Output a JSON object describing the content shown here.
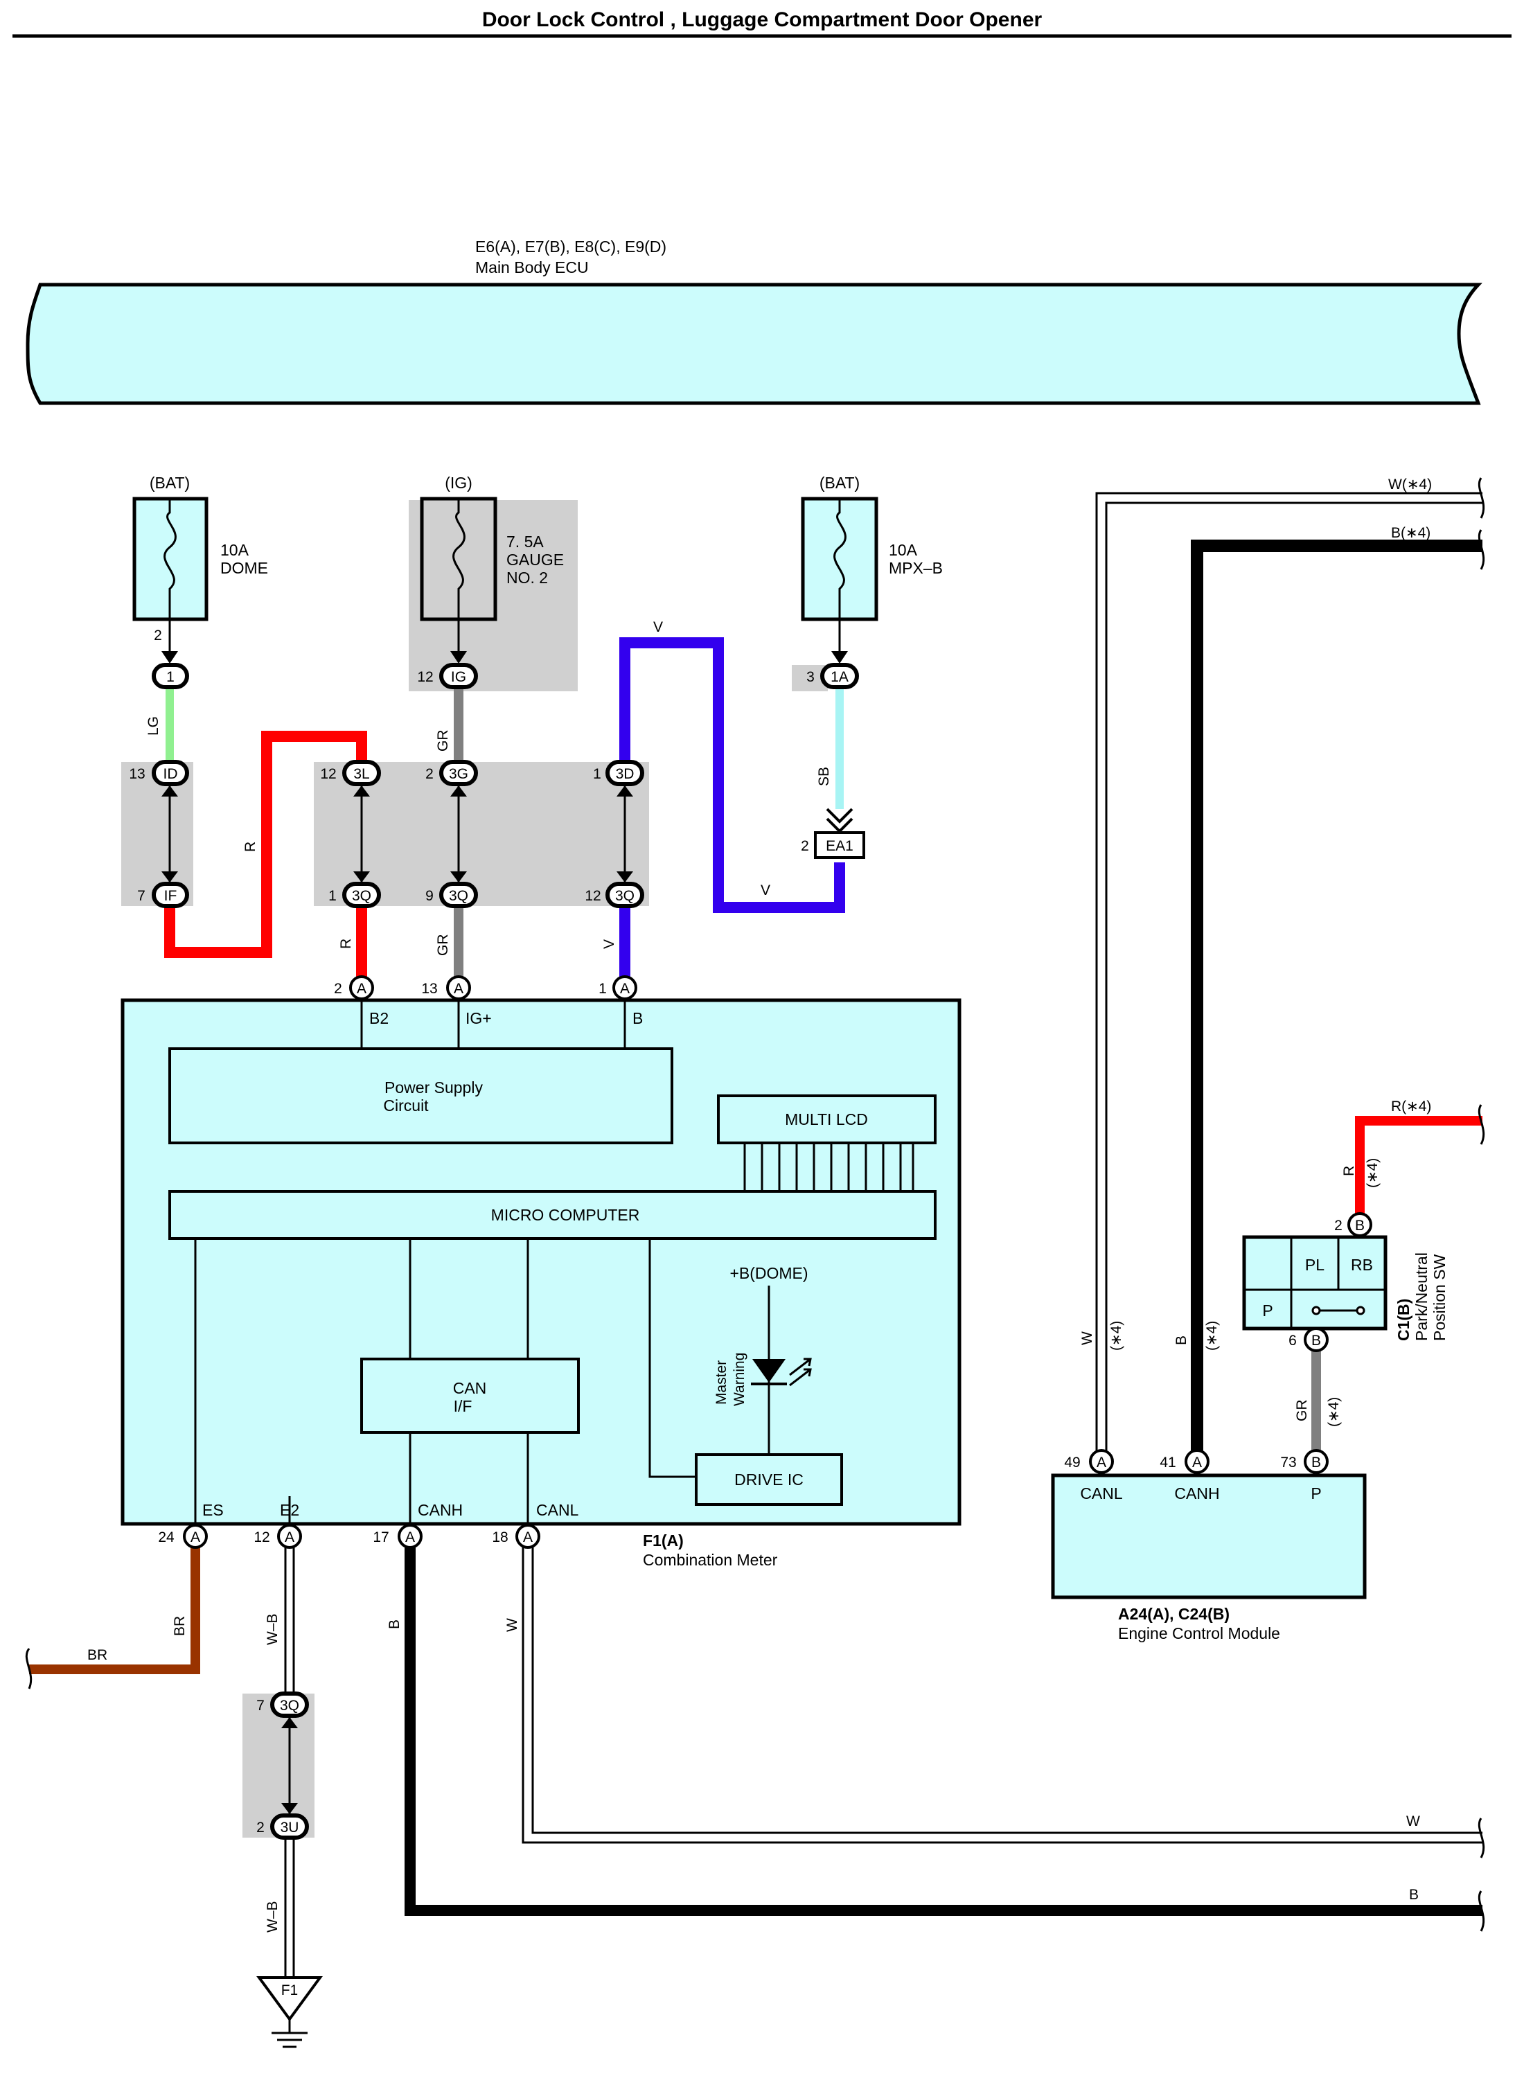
{
  "title": "Door Lock Control , Luggage Compartment Door Opener",
  "main_body_ecu": {
    "codes": "E6(A), E7(B), E8(C), E9(D)",
    "name": "Main Body ECU"
  },
  "fuses": [
    {
      "source": "(BAT)",
      "rating": "10A",
      "name": "DOME",
      "name2": ""
    },
    {
      "source": "(IG)",
      "rating": "7. 5A",
      "name": "GAUGE",
      "name2": "NO. 2"
    },
    {
      "source": "(BAT)",
      "rating": "10A",
      "name": "MPX–B",
      "name2": ""
    }
  ],
  "wire_labels": {
    "lg": "LG",
    "r": "R",
    "gr": "GR",
    "v": "V",
    "sb": "SB",
    "br": "BR",
    "wb": "W–B",
    "b": "B",
    "w": "W",
    "w_star": "W(∗4)",
    "b_star": "B(∗4)",
    "r_star": "R(∗4)",
    "star4": "(∗4)"
  },
  "connectors": {
    "c1": "1",
    "id": "ID",
    "if": "IF",
    "l3": "3L",
    "q3": "3Q",
    "g3": "3G",
    "ig": "IG",
    "d3": "3D",
    "a1": "1A",
    "ea1": "EA1",
    "a": "A",
    "b": "B",
    "u3": "3U",
    "f1": "F1"
  },
  "pins": {
    "p1": "1",
    "p2": "2",
    "p3": "3",
    "p6": "6",
    "p7": "7",
    "p9": "9",
    "p12": "12",
    "p13": "13",
    "p17": "17",
    "p18": "18",
    "p24": "24",
    "p41": "41",
    "p49": "49",
    "p73": "73"
  },
  "combination_meter": {
    "code": "F1(A)",
    "name": "Combination Meter",
    "terminals": {
      "b2": "B2",
      "ig": "IG+",
      "b": "B",
      "es": "ES",
      "e2": "E2",
      "canh": "CANH",
      "canl": "CANL"
    },
    "power_supply": [
      "Power Supply",
      "Circuit"
    ],
    "multi_lcd": "MULTI LCD",
    "micro_computer": "MICRO COMPUTER",
    "can_if": [
      "CAN",
      "I/F"
    ],
    "dome": "+B(DOME)",
    "master_warning": [
      "Master",
      "Warning"
    ],
    "drive_ic": "DRIVE IC"
  },
  "park_switch": {
    "code": "C1(B)",
    "name": [
      "Park/Neutral",
      "Position SW"
    ],
    "cells": {
      "pl": "PL",
      "rb": "RB",
      "p": "P"
    }
  },
  "ecm": {
    "code": "A24(A), C24(B)",
    "name": "Engine Control Module",
    "terminals": {
      "canl": "CANL",
      "canh": "CANH",
      "p": "P"
    }
  },
  "colors": {
    "ecu_fill": "#ccfcfc",
    "shade": "#d0d0d0",
    "lg": "#90f090",
    "r": "#ff0000",
    "gr": "#808080",
    "v": "#3300ee",
    "sb": "#a8f4f4",
    "br": "#993300",
    "b": "#000000"
  }
}
